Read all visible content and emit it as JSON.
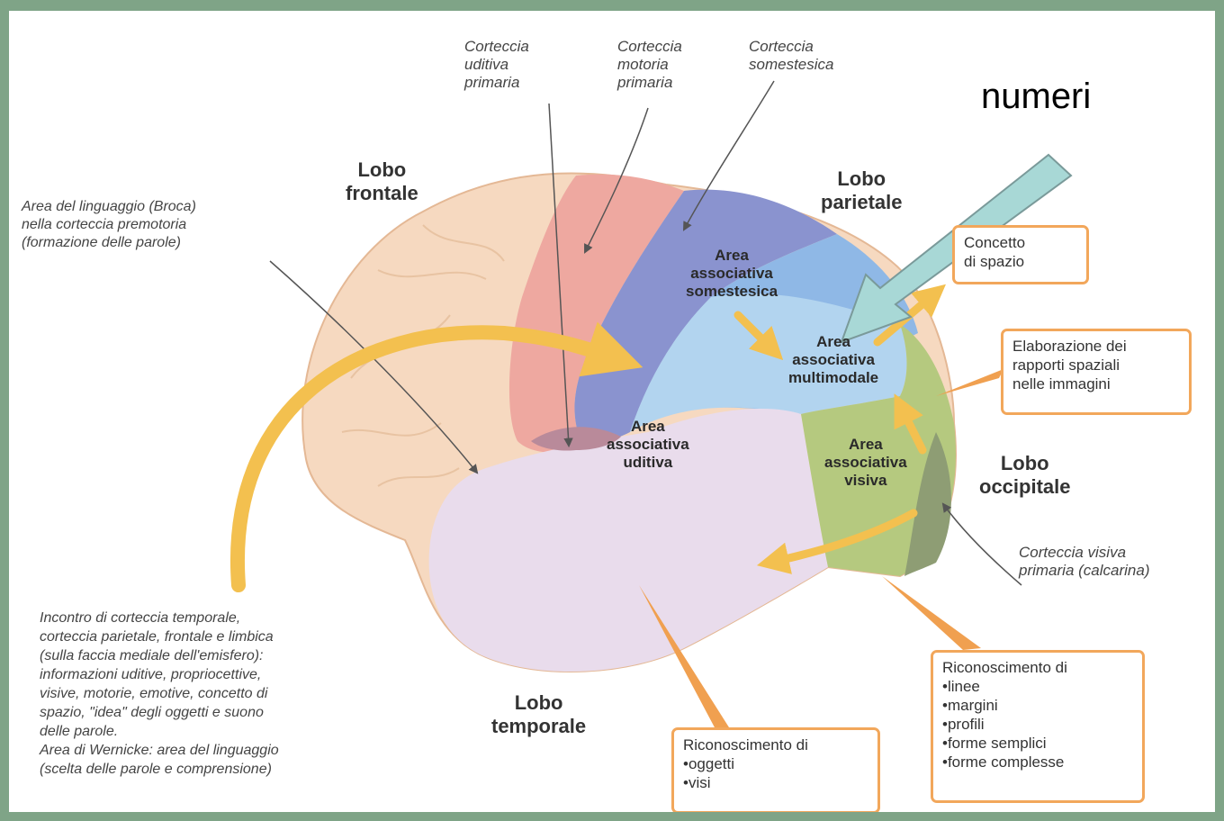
{
  "labels": {
    "corteccia_uditiva": "Corteccia\nuditiva\nprimaria",
    "corteccia_motoria": "Corteccia\nmotoria\nprimaria",
    "corteccia_somestesica": "Corteccia\nsomestesica",
    "numeri": "numeri",
    "broca": "Area del linguaggio (Broca)\nnella corteccia premotoria\n(formazione delle parole)",
    "lobo_frontale": "Lobo\nfrontale",
    "lobo_parietale": "Lobo\nparietale",
    "lobo_occipitale": "Lobo\noccipitale",
    "lobo_temporale": "Lobo\ntemporale",
    "area_somestesica": "Area\nassociativa\nsomestesica",
    "area_multimodale": "Area\nassociativa\nmultimodale",
    "area_uditiva": "Area\nassociativa\nuditiva",
    "area_visiva": "Area\nassociativa\nvisiva",
    "corteccia_visiva": "Corteccia visiva\nprimaria (calcarina)",
    "incontro": "Incontro di corteccia temporale,\ncorteccia parietale, frontale e limbica\n(sulla faccia mediale dell'emisfero):\ninformazioni uditive, propriocettive,\nvisive, motorie, emotive, concetto di\nspazio, \"idea\" degli oggetti e suono\ndelle parole.\nArea di Wernicke: area del linguaggio\n(scelta delle parole e comprensione)"
  },
  "boxes": {
    "concetto_spazio": "Concetto\ndi spazio",
    "elaborazione": "Elaborazione dei\nrapporti spaziali\nnelle immagini",
    "riconoscimento_linee": {
      "title": "Riconoscimento di",
      "items": [
        "linee",
        "margini",
        "profili",
        "forme semplici",
        "forme complesse"
      ]
    },
    "riconoscimento_oggetti": {
      "title": "Riconoscimento di",
      "items": [
        "oggetti",
        "visi"
      ]
    }
  },
  "colors": {
    "frame": "#7fa487",
    "frontal": "#f6d9c0",
    "motor": "#eea8a0",
    "somato": "#8a93cf",
    "parietal_assoc": "#8fb8e6",
    "temporal": "#e9dcec",
    "occipital": "#b5c97f",
    "visual_primary": "#8e9d74",
    "arrow": "#f3c04f",
    "pointer": "#a8d8d6",
    "box_border": "#f2a75b"
  }
}
